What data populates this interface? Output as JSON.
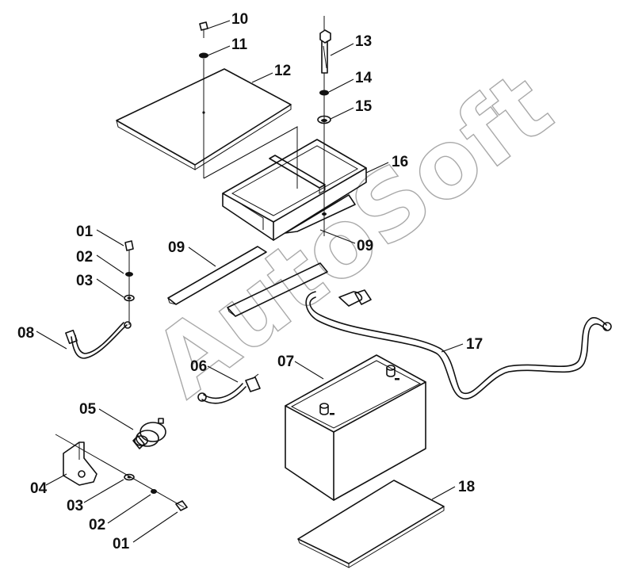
{
  "watermark": "AutoSoft",
  "labels": {
    "l10": "10",
    "l11": "11",
    "l12": "12",
    "l13": "13",
    "l14": "14",
    "l15": "15",
    "l16": "16",
    "l17": "17",
    "l18": "18",
    "l01a": "01",
    "l02a": "02",
    "l03a": "03",
    "l09a": "09",
    "l09b": "09",
    "l08": "08",
    "l06": "06",
    "l07": "07",
    "l05": "05",
    "l04": "04",
    "l03b": "03",
    "l02b": "02",
    "l01b": "01"
  }
}
